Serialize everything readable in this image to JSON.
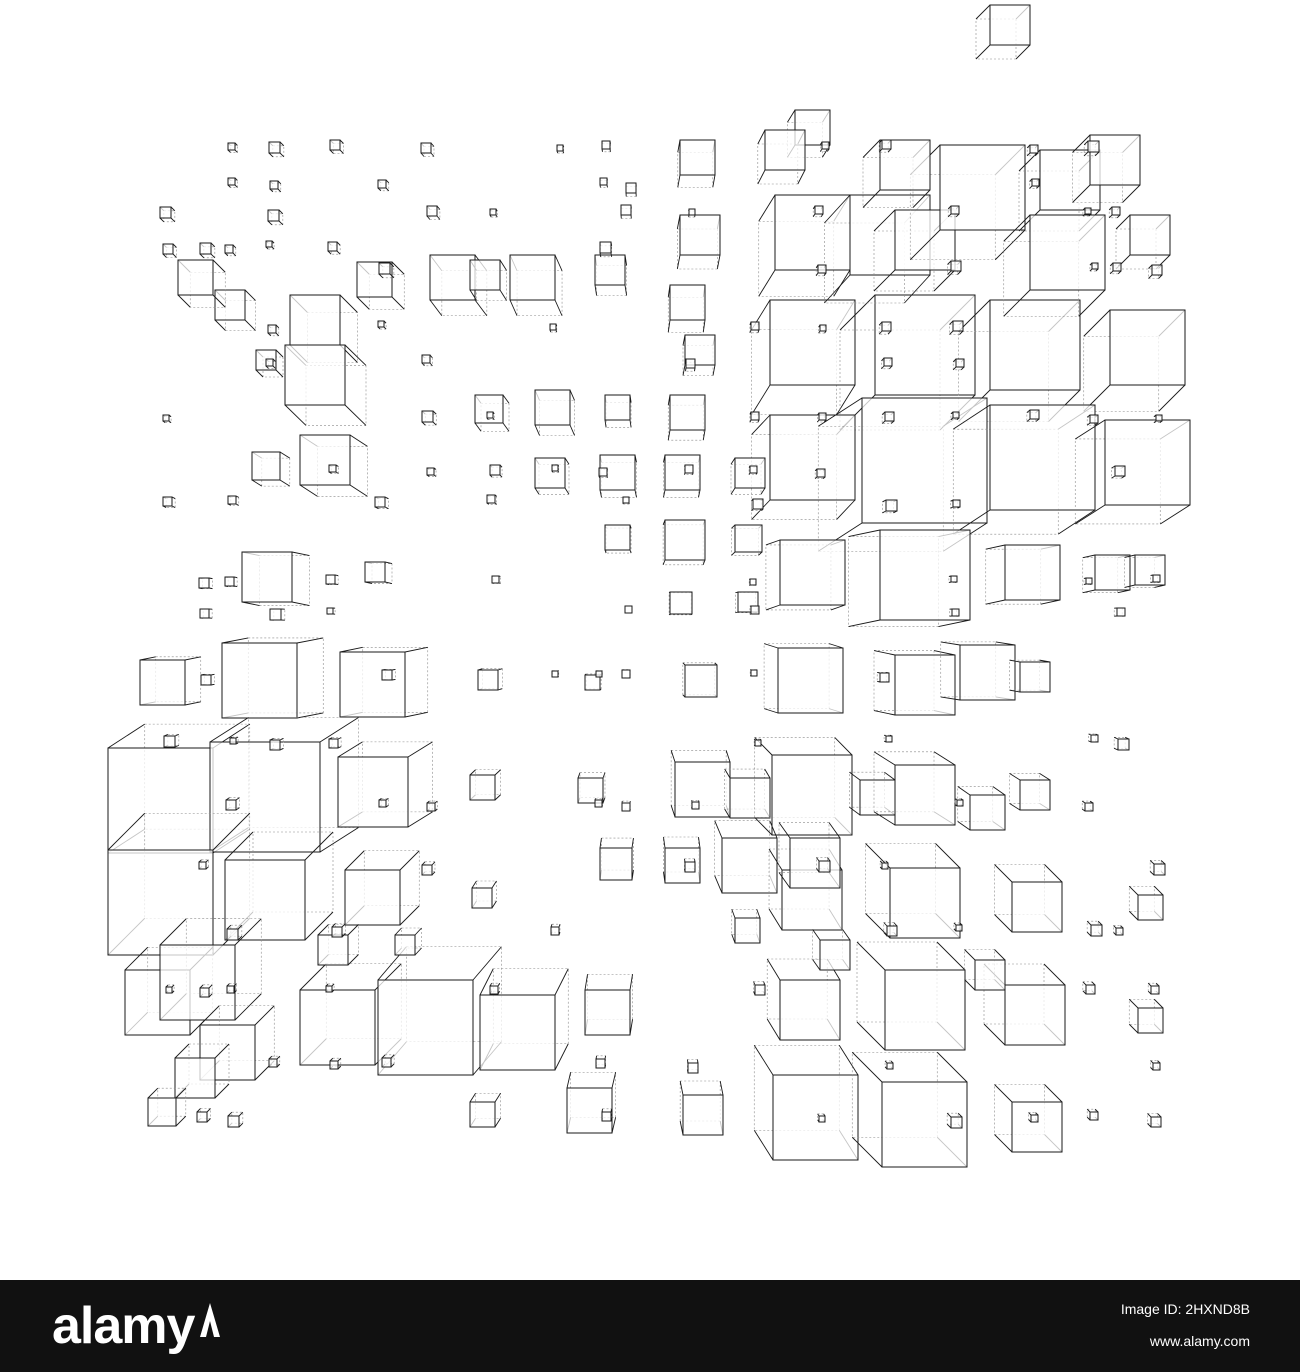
{
  "artwork": {
    "stroke_color": "#1a1a1a",
    "hidden_edge_color": "#8a8a8a",
    "subject": "wireframe cubes scattered in a grid"
  },
  "footer": {
    "background": "#111111",
    "logo_text": "alamy",
    "image_id_line": "Image ID: 2HXND8B",
    "url": "www.alamy.com"
  }
}
